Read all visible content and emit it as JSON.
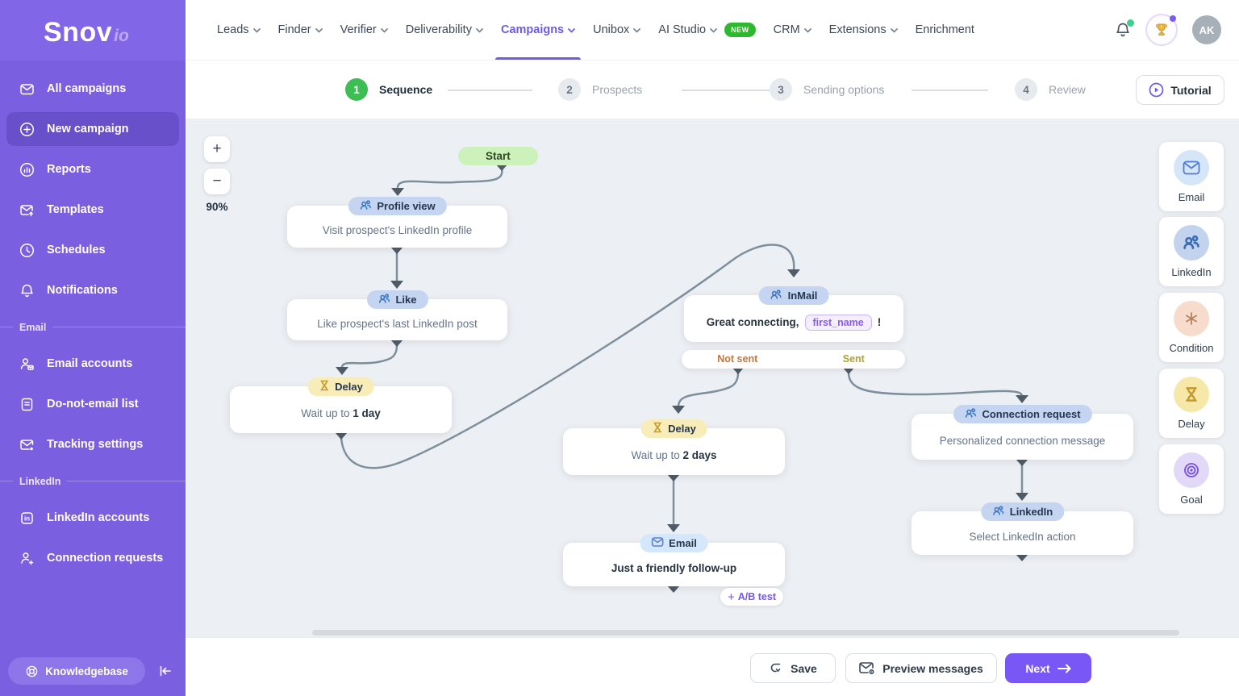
{
  "brand": {
    "name": "Snov",
    "suffix": "io"
  },
  "topnav": {
    "items": [
      {
        "label": "Leads"
      },
      {
        "label": "Finder"
      },
      {
        "label": "Verifier"
      },
      {
        "label": "Deliverability"
      },
      {
        "label": "Campaigns"
      },
      {
        "label": "Unibox"
      },
      {
        "label": "AI Studio",
        "badge": "NEW"
      },
      {
        "label": "CRM"
      },
      {
        "label": "Extensions"
      },
      {
        "label": "Enrichment"
      }
    ],
    "active": "Campaigns",
    "user_initials": "AK"
  },
  "sidebar": {
    "items_main": [
      {
        "label": "All campaigns"
      },
      {
        "label": "New campaign"
      },
      {
        "label": "Reports"
      },
      {
        "label": "Templates"
      },
      {
        "label": "Schedules"
      },
      {
        "label": "Notifications"
      }
    ],
    "active": "New campaign",
    "section_email": "Email",
    "items_email": [
      {
        "label": "Email accounts"
      },
      {
        "label": "Do-not-email list"
      },
      {
        "label": "Tracking settings"
      }
    ],
    "section_linkedin": "LinkedIn",
    "items_linkedin": [
      {
        "label": "LinkedIn accounts"
      },
      {
        "label": "Connection requests"
      }
    ],
    "knowledgebase": "Knowledgebase"
  },
  "stepper": {
    "steps": [
      {
        "num": "1",
        "label": "Sequence"
      },
      {
        "num": "2",
        "label": "Prospects"
      },
      {
        "num": "3",
        "label": "Sending options"
      },
      {
        "num": "4",
        "label": "Review"
      }
    ],
    "tutorial": "Tutorial"
  },
  "canvas": {
    "zoom_level": "90%",
    "zoom_in": "+",
    "zoom_out": "−",
    "nodes": {
      "start": {
        "label": "Start"
      },
      "profile_view": {
        "title": "Profile view",
        "desc": "Visit prospect's LinkedIn profile"
      },
      "like": {
        "title": "Like",
        "desc": "Like prospect's last LinkedIn post"
      },
      "delay1": {
        "title": "Delay",
        "desc_prefix": "Wait up to ",
        "desc_value": "1 day"
      },
      "inmail": {
        "title": "InMail",
        "body_prefix": "Great connecting,",
        "chip": "first_name",
        "body_suffix": "!"
      },
      "branch": {
        "left": "Not sent",
        "right": "Sent"
      },
      "delay2": {
        "title": "Delay",
        "desc_prefix": "Wait up to ",
        "desc_value": "2 days"
      },
      "email": {
        "title": "Email",
        "desc": "Just a friendly follow-up"
      },
      "ab_test": {
        "plus": "+",
        "label": "A/B test"
      },
      "connection_request": {
        "title": "Connection request",
        "desc": "Personalized connection message"
      },
      "linkedin_action": {
        "title": "LinkedIn",
        "desc": "Select LinkedIn action"
      }
    },
    "palette": [
      {
        "label": "Email"
      },
      {
        "label": "LinkedIn"
      },
      {
        "label": "Condition"
      },
      {
        "label": "Delay"
      },
      {
        "label": "Goal"
      }
    ]
  },
  "footer": {
    "save": "Save",
    "preview": "Preview messages",
    "next": "Next"
  },
  "colors": {
    "accent": "#6C5CE7",
    "sidebar": "#7A5FE0",
    "sidebar_active_item": "#6950CB",
    "step_active_green": "#3DBD53",
    "new_badge_green": "#30B730",
    "pill_blue": "#C5D5F1",
    "pill_email_blue": "#D5E7FA",
    "pill_delay_yellow": "#F8ECB8",
    "start_green": "#CDF1BA",
    "not_sent_orange": "#C4763F",
    "sent_olive": "#AFA239",
    "next_button_purple": "#7857F6",
    "edge_gray": "#7E8F9C"
  }
}
